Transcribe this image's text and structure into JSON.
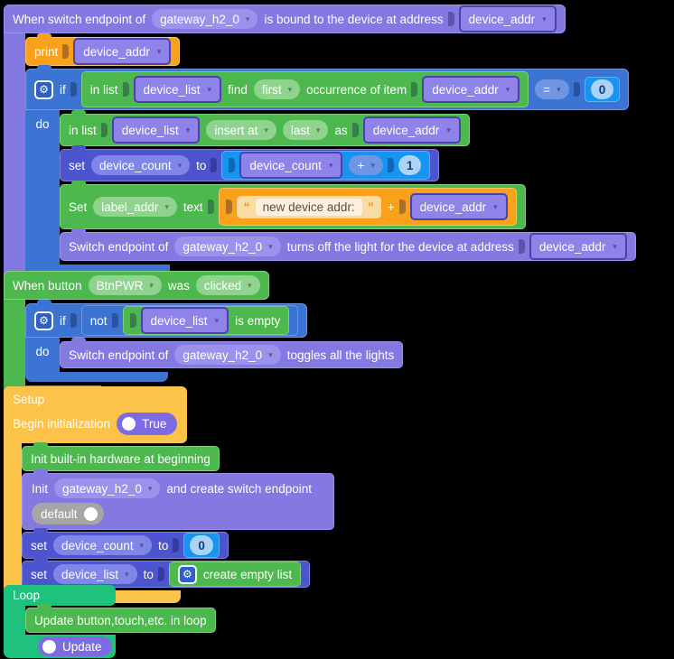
{
  "colors": {
    "background": "#000000",
    "event_purple": "#8478E1",
    "green": "#4DB84D",
    "logic_blue": "#3B74D2",
    "set_indigo": "#4C55CE",
    "math_azure": "#1793F0",
    "text_orange": "#F9A11B",
    "setup_yellow": "#FBC34A",
    "loop_emerald": "#1EC27D",
    "variable_fill": "#8D83E9",
    "variable_border": "#4A42AB"
  },
  "icons": {
    "gear": "⚙",
    "dropdown_arrow": "▾",
    "open_quote": "“",
    "close_quote": "”"
  },
  "s1": {
    "header": {
      "t1": "When switch endpoint of",
      "gateway": "gateway_h2_0",
      "t2": "is bound to the device at address",
      "addr": "device_addr"
    },
    "print": {
      "label": "print",
      "arg": "device_addr"
    },
    "if1": {
      "if": "if",
      "do": "do",
      "cond": {
        "t1": "in list",
        "list": "device_list",
        "t2": "find",
        "first": "first",
        "t3": "occurrence of item",
        "item": "device_addr",
        "op": "=",
        "num": "0"
      },
      "insert": {
        "t1": "in list",
        "list": "device_list",
        "insert_at": "insert at",
        "last": "last",
        "t2": "as",
        "item": "device_addr"
      },
      "set_count": {
        "set": "set",
        "var": "device_count",
        "to": "to",
        "arg_var": "device_count",
        "op": "+",
        "num": "1"
      },
      "set_text": {
        "set": "Set",
        "var": "label_addr",
        "text": "text",
        "str": "new device addr:",
        "op": "+",
        "arg_var": "device_addr"
      },
      "switch_off": {
        "t1": "Switch endpoint of",
        "gateway": "gateway_h2_0",
        "t2": "turns off the light for the device at address",
        "addr": "device_addr"
      }
    }
  },
  "s2": {
    "header": {
      "t1": "When button",
      "button": "BtnPWR",
      "t2": "was",
      "event": "clicked"
    },
    "if2": {
      "if": "if",
      "not": "not",
      "list": "device_list",
      "empty": "is empty",
      "do": "do",
      "toggle_all": {
        "t1": "Switch endpoint of",
        "gateway": "gateway_h2_0",
        "t2": "toggles all the lights"
      }
    }
  },
  "s3": {
    "title": "Setup",
    "begin": {
      "label": "Begin initialization",
      "value": "True"
    },
    "init_hw": {
      "label": "Init built-in hardware at beginning"
    },
    "init_gw": {
      "t1": "Init",
      "gateway": "gateway_h2_0",
      "t2": "and create switch endpoint",
      "default_label": "default"
    },
    "set_count": {
      "set": "set",
      "var": "device_count",
      "to": "to",
      "num": "0"
    },
    "set_list": {
      "set": "set",
      "var": "device_list",
      "to": "to",
      "create": "create empty list"
    }
  },
  "s4": {
    "title": "Loop",
    "update": {
      "label": "Update button,touch,etc. in loop"
    },
    "toggle": {
      "label": "Update"
    }
  }
}
